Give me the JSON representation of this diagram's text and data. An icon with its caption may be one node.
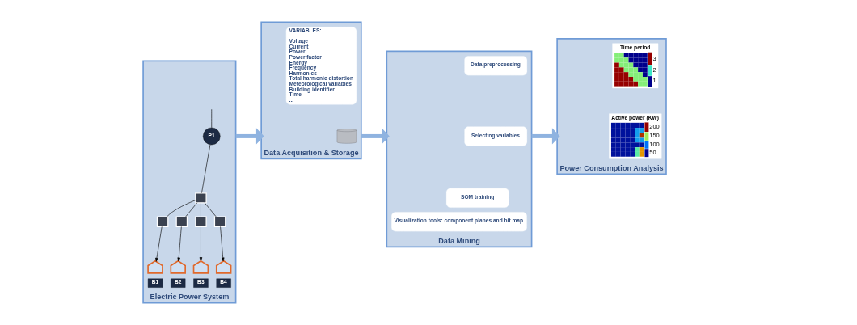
{
  "diagram": {
    "nodes": [
      {
        "text": [
          "Electric Power System"
        ]
      },
      {
        "text": [
          "P1"
        ],
        "in": 0
      },
      {
        "text": [],
        "shape": "box",
        "in": 0
      },
      {
        "text": [],
        "shape": "box",
        "in": 0
      },
      {
        "text": [],
        "shape": "box",
        "in": 0
      },
      {
        "text": [],
        "shape": "box",
        "in": 0
      },
      {
        "text": [],
        "shape": "box",
        "in": 0
      },
      {
        "text": [],
        "shape": "house",
        "in": 0
      },
      {
        "text": [],
        "shape": "house",
        "in": 0
      },
      {
        "text": [],
        "shape": "house",
        "in": 0
      },
      {
        "text": [],
        "shape": "house",
        "in": 0
      },
      {
        "text": [
          "B1"
        ],
        "in": 0
      },
      {
        "text": [
          "B2"
        ],
        "in": 0
      },
      {
        "text": [
          "B3"
        ],
        "in": 0
      },
      {
        "text": [
          "B4"
        ],
        "in": 0
      },
      {
        "text": [
          "Data Acquisition & Storage"
        ]
      },
      {
        "text": [
          "VARIABLES:",
          "Voltage",
          "Current",
          "Power",
          "Power factor",
          "Energy",
          "Frequency",
          "Harmonics",
          "Total harmonic distortion",
          "Meteorological variables",
          "Building identifier",
          "Time",
          "..."
        ],
        "in": 15
      },
      {
        "text": [],
        "shape": "cylinder",
        "in": 15
      },
      {
        "text": [
          "Data Mining"
        ]
      },
      {
        "text": [
          "Data preprocessing"
        ],
        "in": 18
      },
      {
        "text": [
          "Selecting variables"
        ],
        "in": 18
      },
      {
        "text": [
          "SOM training"
        ],
        "in": 18
      },
      {
        "text": [
          "Visualization tools: component planes and hit map"
        ],
        "in": 18
      },
      {
        "text": [
          "Power Consumption Analysis"
        ]
      },
      {
        "text": [
          "Time period",
          "3",
          "2",
          "1"
        ],
        "in": 23
      },
      {
        "text": [
          "Active power (KW)",
          "200",
          "150",
          "100",
          "50"
        ],
        "in": 23
      }
    ],
    "edges": [
      {
        "from": null,
        "to": 1,
        "arrow": "none"
      },
      {
        "from": 1,
        "to": 2,
        "arrow": "none"
      },
      {
        "from": 2,
        "to": 3,
        "arrow": "none"
      },
      {
        "from": 2,
        "to": 4,
        "arrow": "none"
      },
      {
        "from": 2,
        "to": 5,
        "arrow": "none"
      },
      {
        "from": 2,
        "to": 6,
        "arrow": "none"
      },
      {
        "from": 3,
        "to": 7,
        "arrow": "to"
      },
      {
        "from": 4,
        "to": 8,
        "arrow": "to"
      },
      {
        "from": 5,
        "to": 9,
        "arrow": "to"
      },
      {
        "from": 6,
        "to": 10,
        "arrow": "to"
      },
      {
        "from": 0,
        "to": 15,
        "arrow": "to",
        "style": "thick",
        "color": "#8fb3e0"
      },
      {
        "from": 15,
        "to": 18,
        "arrow": "to",
        "style": "thick",
        "color": "#8fb3e0"
      },
      {
        "from": 18,
        "to": 23,
        "arrow": "to",
        "style": "thick",
        "color": "#8fb3e0"
      }
    ]
  }
}
